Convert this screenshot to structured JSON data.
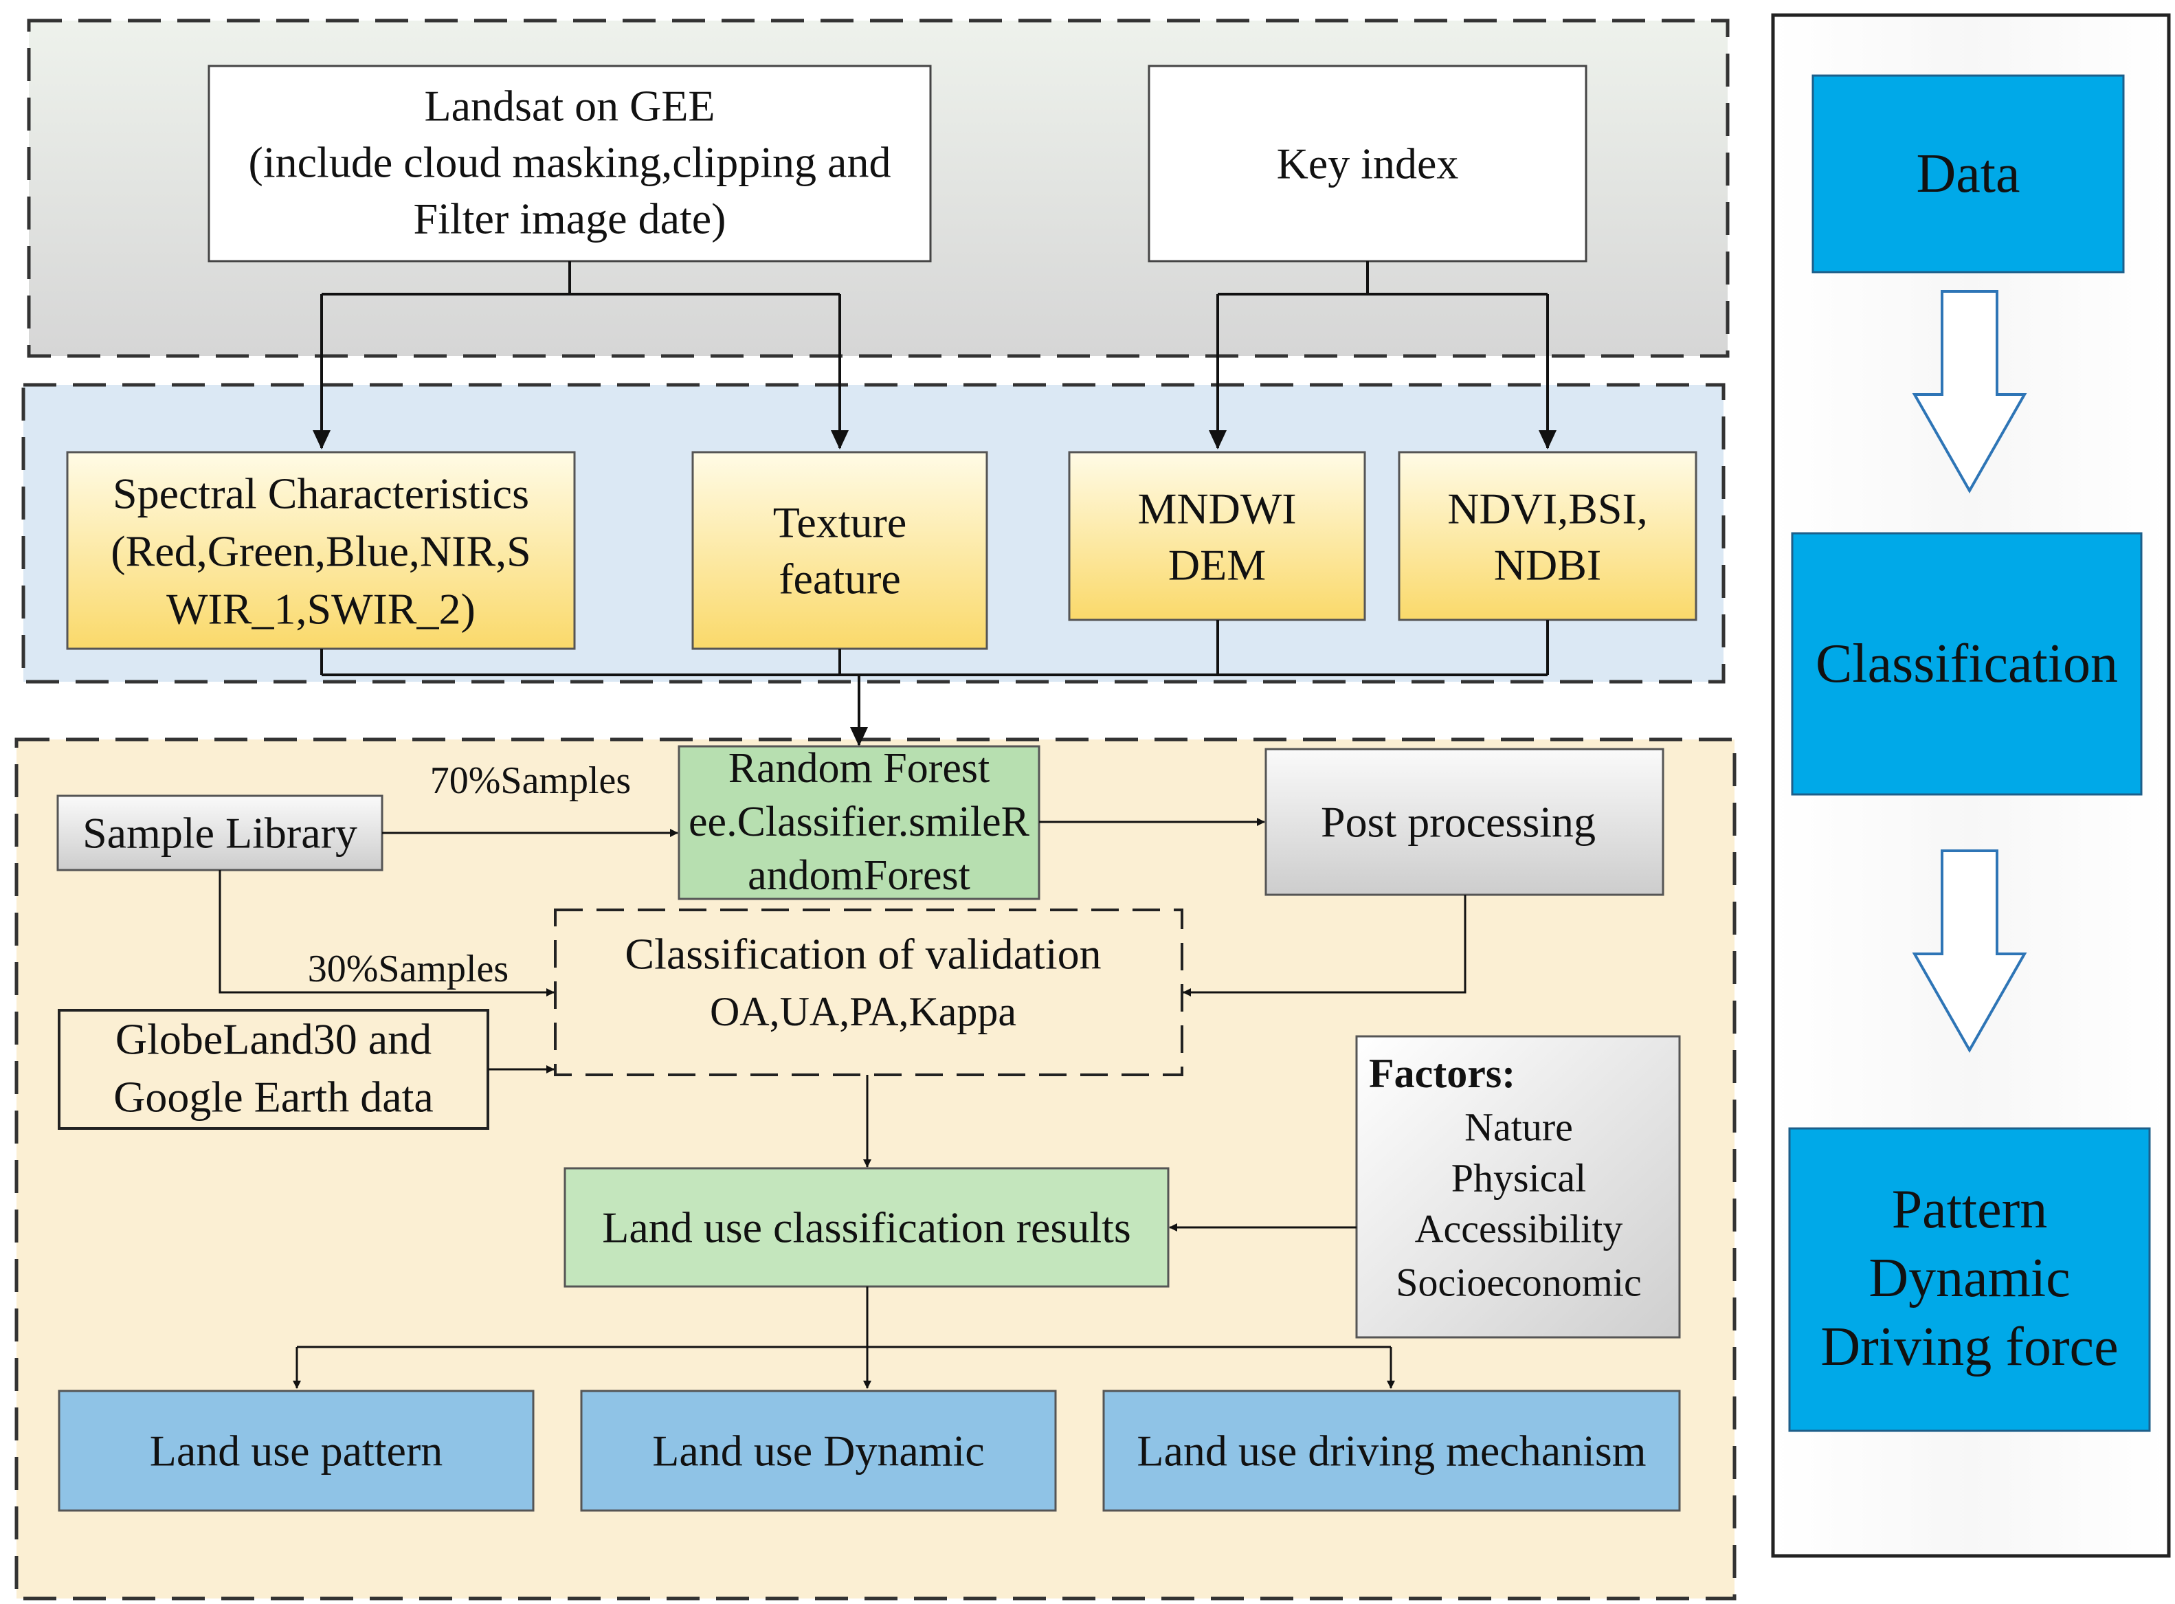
{
  "flowchart": {
    "inputs": {
      "landsat": [
        "Landsat on GEE",
        "(include cloud masking,clipping and",
        "Filter image date)"
      ],
      "key_index": [
        "Key index"
      ]
    },
    "features": {
      "spectral": [
        "Spectral Characteristics",
        "(Red,Green,Blue,NIR,S",
        "WIR_1,SWIR_2)"
      ],
      "texture": [
        "Texture",
        "feature"
      ],
      "mndwi": [
        "MNDWI",
        "DEM"
      ],
      "ndvi": [
        "NDVI,BSI,",
        "NDBI"
      ]
    },
    "classification": {
      "sample_library": "Sample Library",
      "random_forest": [
        "Random Forest",
        "ee.Classifier.smileR",
        "andomForest"
      ],
      "post_processing": "Post processing",
      "validation": [
        "Classification of validation",
        "OA,UA,PA,Kappa"
      ],
      "globeland": [
        "GlobeLand30 and",
        "Google Earth data"
      ],
      "samples_70": "70%Samples",
      "samples_30": "30%Samples",
      "results": "Land use classification results",
      "factors_title": "Factors:",
      "factors": [
        "Nature",
        "Physical",
        "Accessibility",
        "Socioeconomic"
      ]
    },
    "outputs": {
      "pattern": "Land use pattern",
      "dynamic": "Land use Dynamic",
      "driving": "Land use driving mechanism"
    }
  },
  "sidebar": {
    "steps": [
      {
        "lines": [
          "Data"
        ]
      },
      {
        "lines": [
          "Classification"
        ]
      },
      {
        "lines": [
          "Pattern",
          "Dynamic",
          "Driving force"
        ]
      }
    ]
  },
  "colors": {
    "panel_top": [
      "#eef2ec",
      "#d6d6d6"
    ],
    "panel_features": "#dbe8f4",
    "panel_classification": "#fbefd3",
    "feature_box": [
      "#fffbe6",
      "#fad96a"
    ],
    "random_forest": "#b7dfb0",
    "results": "#c4e6bd",
    "output_box": "#8fc3e6",
    "sidebar_box": "#00a9e8",
    "gray_box": [
      "#fafafa",
      "#cdcdcd"
    ]
  }
}
